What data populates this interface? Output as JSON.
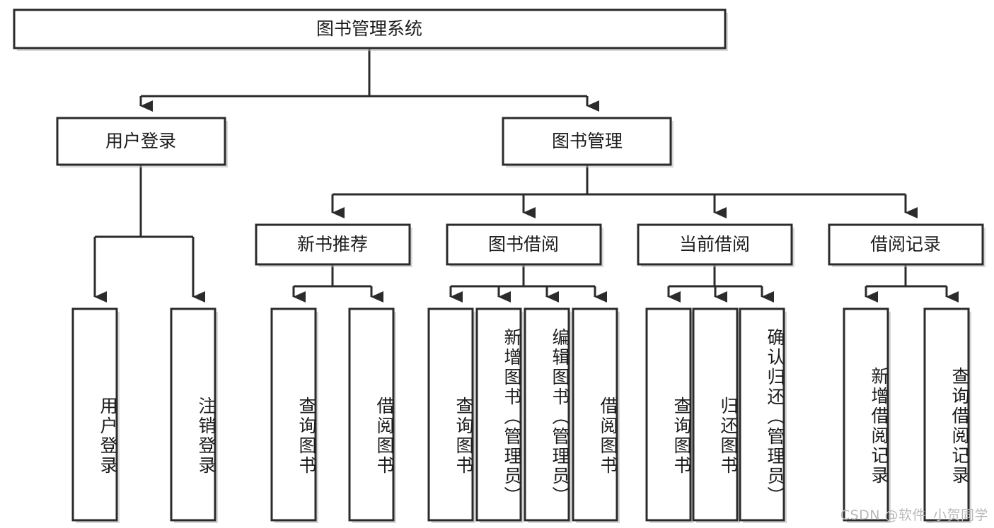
{
  "diagram": {
    "title": "图书管理系统",
    "type": "hierarchy-tree",
    "root": {
      "label": "图书管理系统",
      "children": [
        {
          "label": "用户登录",
          "children": [
            {
              "label": "用户登录"
            },
            {
              "label": "注销登录"
            }
          ]
        },
        {
          "label": "图书管理",
          "children": [
            {
              "label": "新书推荐",
              "children": [
                {
                  "label": "查询图书"
                },
                {
                  "label": "借阅图书"
                }
              ]
            },
            {
              "label": "图书借阅",
              "children": [
                {
                  "label": "查询图书"
                },
                {
                  "label": "新增图书（管理员）"
                },
                {
                  "label": "编辑图书（管理员）"
                },
                {
                  "label": "借阅图书"
                }
              ]
            },
            {
              "label": "当前借阅",
              "children": [
                {
                  "label": "查询图书"
                },
                {
                  "label": "归还图书"
                },
                {
                  "label": "确认归还（管理员）"
                }
              ]
            },
            {
              "label": "借阅记录",
              "children": [
                {
                  "label": "新增借阅记录"
                },
                {
                  "label": "查询借阅记录"
                }
              ]
            }
          ]
        }
      ]
    }
  },
  "nodes": {
    "root": "图书管理系统",
    "l2_user_login": "用户登录",
    "l2_book_manage": "图书管理",
    "l3_new_book": "新书推荐",
    "l3_borrow": "图书借阅",
    "l3_current": "当前借阅",
    "l3_record": "借阅记录",
    "leaf_user_login": "用户登录",
    "leaf_logout": "注销登录",
    "leaf_nb_query": "查询图书",
    "leaf_nb_borrow": "借阅图书",
    "leaf_bb_query": "查询图书",
    "leaf_bb_add": "新增图书（管理员）",
    "leaf_bb_edit": "编辑图书（管理员）",
    "leaf_bb_borrow": "借阅图书",
    "leaf_cb_query": "查询图书",
    "leaf_cb_return": "归还图书",
    "leaf_cb_confirm": "确认归还（管理员）",
    "leaf_rec_add": "新增借阅记录",
    "leaf_rec_query": "查询借阅记录"
  },
  "watermark": {
    "text": "CSDN @软件_小贺同学"
  },
  "colors": {
    "stroke": "#2b2b2b",
    "fill": "#ffffff",
    "text": "#1c1c1c",
    "watermark": "#b9b9b9",
    "background": "#ffffff"
  }
}
